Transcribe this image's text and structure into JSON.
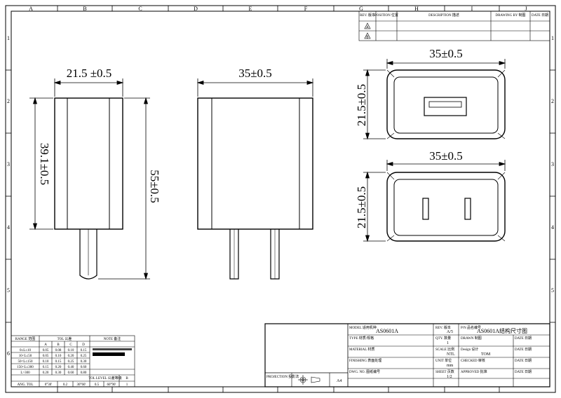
{
  "drawing": {
    "grid_cols": [
      "A",
      "B",
      "C",
      "D",
      "E",
      "F",
      "G",
      "H",
      "I",
      "J"
    ],
    "grid_rows": [
      "1",
      "2",
      "3",
      "4",
      "5",
      "6"
    ],
    "dimensions": {
      "side_width": "21.5 ±0.5",
      "side_height": "39.1±0.5",
      "overall_height": "55±0.5",
      "front_width": "35±0.5",
      "top_width": "35±0.5",
      "top_height": "21.5±0.5",
      "bottom_width": "35±0.5",
      "bottom_height": "21.5±0.5"
    }
  },
  "revision_table": {
    "rev_label": "REV. 版本",
    "position_label": "POSITION 位置",
    "description_label": "DESCRIPTION 描述",
    "drawing_by_label": "DRAWING BY 制图",
    "date_label": "DATE 日期",
    "rows": [
      "A",
      "B"
    ]
  },
  "tolerance_table": {
    "headers": [
      "RANGE 范围",
      "TOL 公差",
      "NOTE 备注"
    ],
    "sub_headers": [
      "A",
      "B",
      "C",
      "D"
    ],
    "rows": [
      {
        "range": "0≤L≤10",
        "a": "0.05",
        "b": "0.08",
        "c": "0.10",
        "d": "0.15"
      },
      {
        "range": "10<L≤50",
        "a": "0.05",
        "b": "0.10",
        "c": "0.20",
        "d": "0.25"
      },
      {
        "range": "50<L≤150",
        "a": "0.10",
        "b": "0.15",
        "c": "0.25",
        "d": "0.30"
      },
      {
        "range": "150<L≤300",
        "a": "0.15",
        "b": "0.20",
        "c": "0.40",
        "d": "0.60"
      },
      {
        "range": "L>300",
        "a": "0.20",
        "b": "0.30",
        "c": "0.60",
        "d": "0.80"
      }
    ],
    "ang_label": "ANG. TOL",
    "ang_values": [
      "0°30'",
      "0.2",
      "30°60'",
      "0.5",
      "60°90'",
      "1"
    ],
    "tol_level_label": "TOL LEVEL 公差等级",
    "tol_level_value": "B"
  },
  "title_block": {
    "model_label": "MODEL 适用机种",
    "model_value": "AS0601A",
    "rev_label": "REV. 版本",
    "rev_value": "A/5",
    "pn_label": "P/N 品名编号",
    "title_value": "AS0601A结构尺寸图",
    "type_label": "TYPE 材质/规格",
    "qty_label": "QTY. 数量",
    "qty_value": "1",
    "drawn_label": "DRAWN 制图",
    "date_label": "DATE 日期",
    "material_label": "MATERIAL 材质",
    "scale_label": "SCALE 比例",
    "scale_value": "NTL",
    "design_label": "Design 设计",
    "design_value": "TOM",
    "finishing_label": "FINISHING 表面处理",
    "unit_label": "UNIT 单位",
    "unit_value": "mm",
    "checked_label": "CHECKED 审核",
    "dwg_label": "DWG. NO. 图纸编号",
    "sheet_label": "SHEET 页数",
    "sheet_value": "1/2",
    "approved_label": "APPROVED 批准",
    "projection_label": "PROJECTION 投影法",
    "paper_size": "A4"
  }
}
